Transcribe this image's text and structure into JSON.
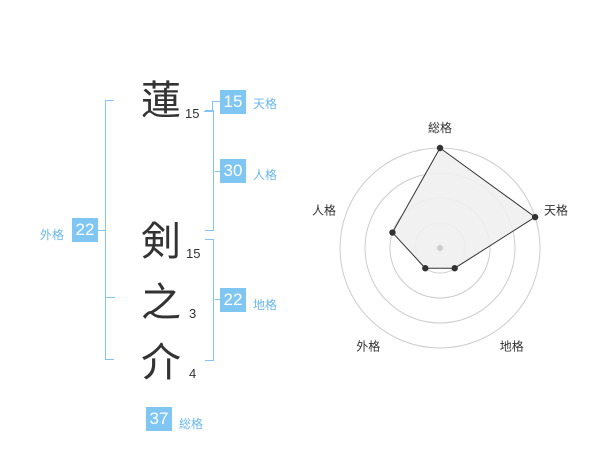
{
  "name": {
    "chars": [
      {
        "char": "蓮",
        "strokes": "15"
      },
      {
        "char": "剣",
        "strokes": "15"
      },
      {
        "char": "之",
        "strokes": "3"
      },
      {
        "char": "介",
        "strokes": "4"
      }
    ]
  },
  "kakusu": {
    "tenkaku": {
      "value": "15",
      "label": "天格"
    },
    "jinkaku": {
      "value": "30",
      "label": "人格"
    },
    "chikaku": {
      "value": "22",
      "label": "地格"
    },
    "gaikaku": {
      "value": "22",
      "label": "外格"
    },
    "soukaku": {
      "value": "37",
      "label": "総格"
    }
  },
  "chart_data": {
    "type": "radar",
    "axes": [
      "総格",
      "天格",
      "地格",
      "外格",
      "人格"
    ],
    "values": [
      4,
      4,
      1,
      1,
      2
    ],
    "rmax": 4,
    "rings": 4,
    "colors": {
      "fill": "#efefef",
      "line": "#333333",
      "point": "#333333",
      "grid": "#cccccc"
    }
  }
}
